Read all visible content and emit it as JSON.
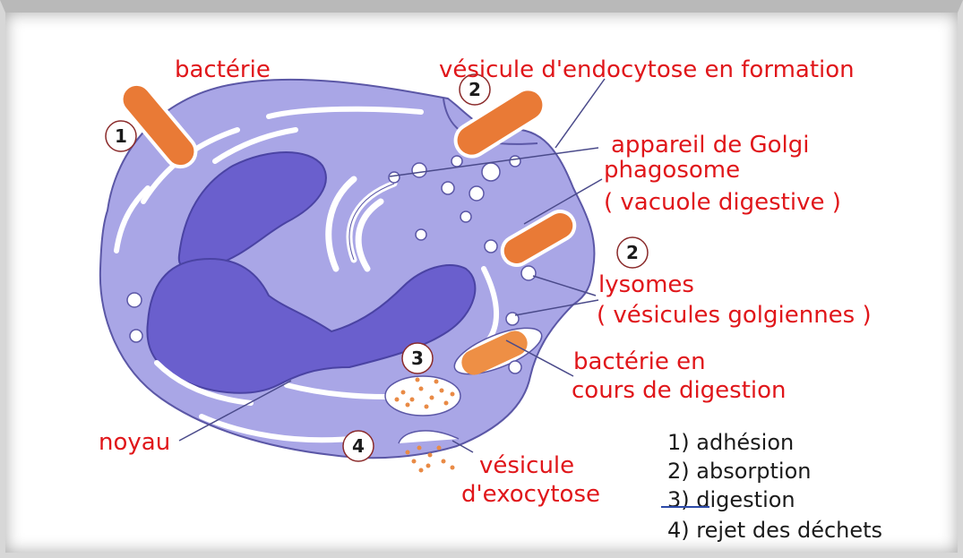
{
  "colors": {
    "cell_fill": "#a9a6e6",
    "nucleus_fill": "#6a5fcd",
    "bacteria_fill": "#e97a36",
    "label_red": "#e0161a",
    "text_black": "#1b1b1b"
  },
  "labels": {
    "bacterie": "bactérie",
    "vesicule_endocytose": "vésicule d'endocytose en formation",
    "appareil_golgi": "appareil de Golgi",
    "phagosome": "phagosome",
    "vacuole_digestive": "( vacuole digestive )",
    "lysomes": "lysomes",
    "vesicules_golgiennes": "( vésicules golgiennes )",
    "bacterie_en": "bactérie en",
    "cours_digestion": "cours de digestion",
    "noyau": "noyau",
    "vesicule": "vésicule",
    "exocytose": "d'exocytose"
  },
  "steps": [
    {
      "number": "1",
      "text": "1) adhésion"
    },
    {
      "number": "2",
      "text": "2) absorption"
    },
    {
      "number": "3",
      "text": "3) digestion"
    },
    {
      "number": "4",
      "text": "4) rejet des déchets"
    }
  ],
  "circle_numbers": {
    "c1": "1",
    "c2a": "2",
    "c2b": "2",
    "c3": "3",
    "c4": "4"
  }
}
